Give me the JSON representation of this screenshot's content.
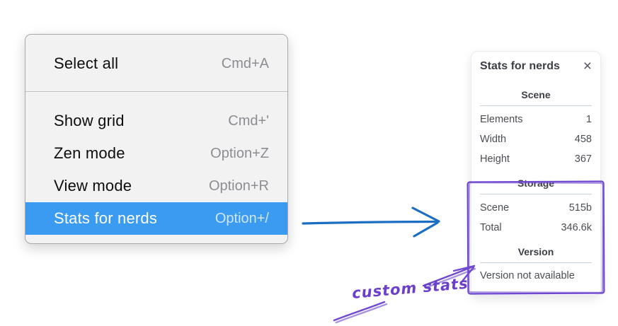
{
  "context_menu": {
    "items": [
      {
        "label": "Select all",
        "shortcut": "Cmd+A",
        "highlighted": false
      },
      {
        "label": "Show grid",
        "shortcut": "Cmd+'",
        "highlighted": false
      },
      {
        "label": "Zen mode",
        "shortcut": "Option+Z",
        "highlighted": false
      },
      {
        "label": "View mode",
        "shortcut": "Option+R",
        "highlighted": false
      },
      {
        "label": "Stats for nerds",
        "shortcut": "Option+/",
        "highlighted": true
      }
    ],
    "highlight_color": "#3b9bf0"
  },
  "stats_panel": {
    "title": "Stats for nerds",
    "close_icon": "×",
    "sections": [
      {
        "heading": "Scene",
        "rows": [
          [
            "Elements",
            "1"
          ],
          [
            "Width",
            "458"
          ],
          [
            "Height",
            "367"
          ]
        ]
      },
      {
        "heading": "Storage",
        "rows": [
          [
            "Scene",
            "515b"
          ],
          [
            "Total",
            "346.6k"
          ]
        ]
      },
      {
        "heading": "Version",
        "note": "Version not available"
      }
    ]
  },
  "annotations": {
    "custom_stats_label": "custom stats",
    "colors": {
      "blue_arrow": "#1b6ec2",
      "purple": "#6f49cf"
    }
  }
}
